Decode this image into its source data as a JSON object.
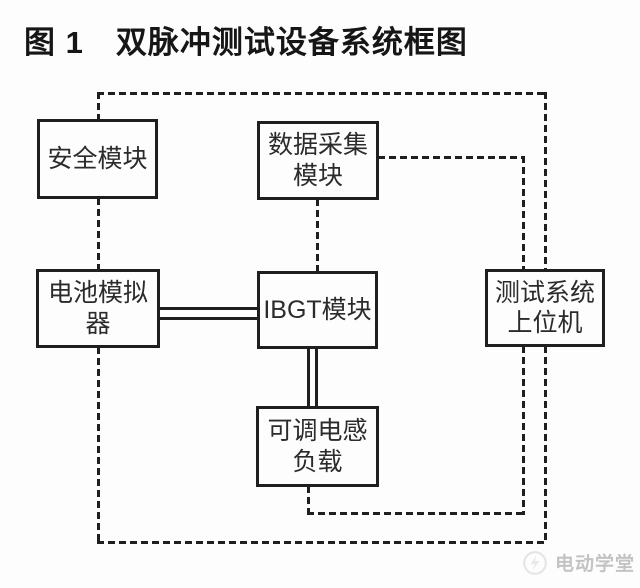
{
  "figure": {
    "title": "图 1　双脉冲测试设备系统框图"
  },
  "diagram": {
    "boxes": [
      {
        "id": "safety",
        "label": "安全模块"
      },
      {
        "id": "daq",
        "label": "数据采集\n模块"
      },
      {
        "id": "battery",
        "label": "电池模拟\n器"
      },
      {
        "id": "igbt",
        "label": "IBGT模块"
      },
      {
        "id": "host",
        "label": "测试系统\n上位机"
      },
      {
        "id": "load",
        "label": "可调电感\n负载"
      }
    ],
    "connections": [
      {
        "from": "safety",
        "to": "host",
        "style": "dashed",
        "via": "top loop"
      },
      {
        "from": "safety",
        "to": "battery",
        "style": "dashed"
      },
      {
        "from": "daq",
        "to": "igbt",
        "style": "dashed"
      },
      {
        "from": "daq",
        "to": "host",
        "style": "dashed"
      },
      {
        "from": "battery",
        "to": "host",
        "style": "dashed",
        "via": "bottom loop"
      },
      {
        "from": "load",
        "to": "host",
        "style": "dashed"
      },
      {
        "from": "battery",
        "to": "igbt",
        "style": "double-solid"
      },
      {
        "from": "igbt",
        "to": "load",
        "style": "double-solid"
      }
    ]
  },
  "watermark": {
    "text": "电动学堂",
    "logo": "lightning-circle"
  },
  "colors": {
    "line": "#1f1f1f",
    "text": "#2b2b2b",
    "title": "#161616",
    "watermark": "#c3c3c3",
    "background": "#fdfdfd"
  }
}
